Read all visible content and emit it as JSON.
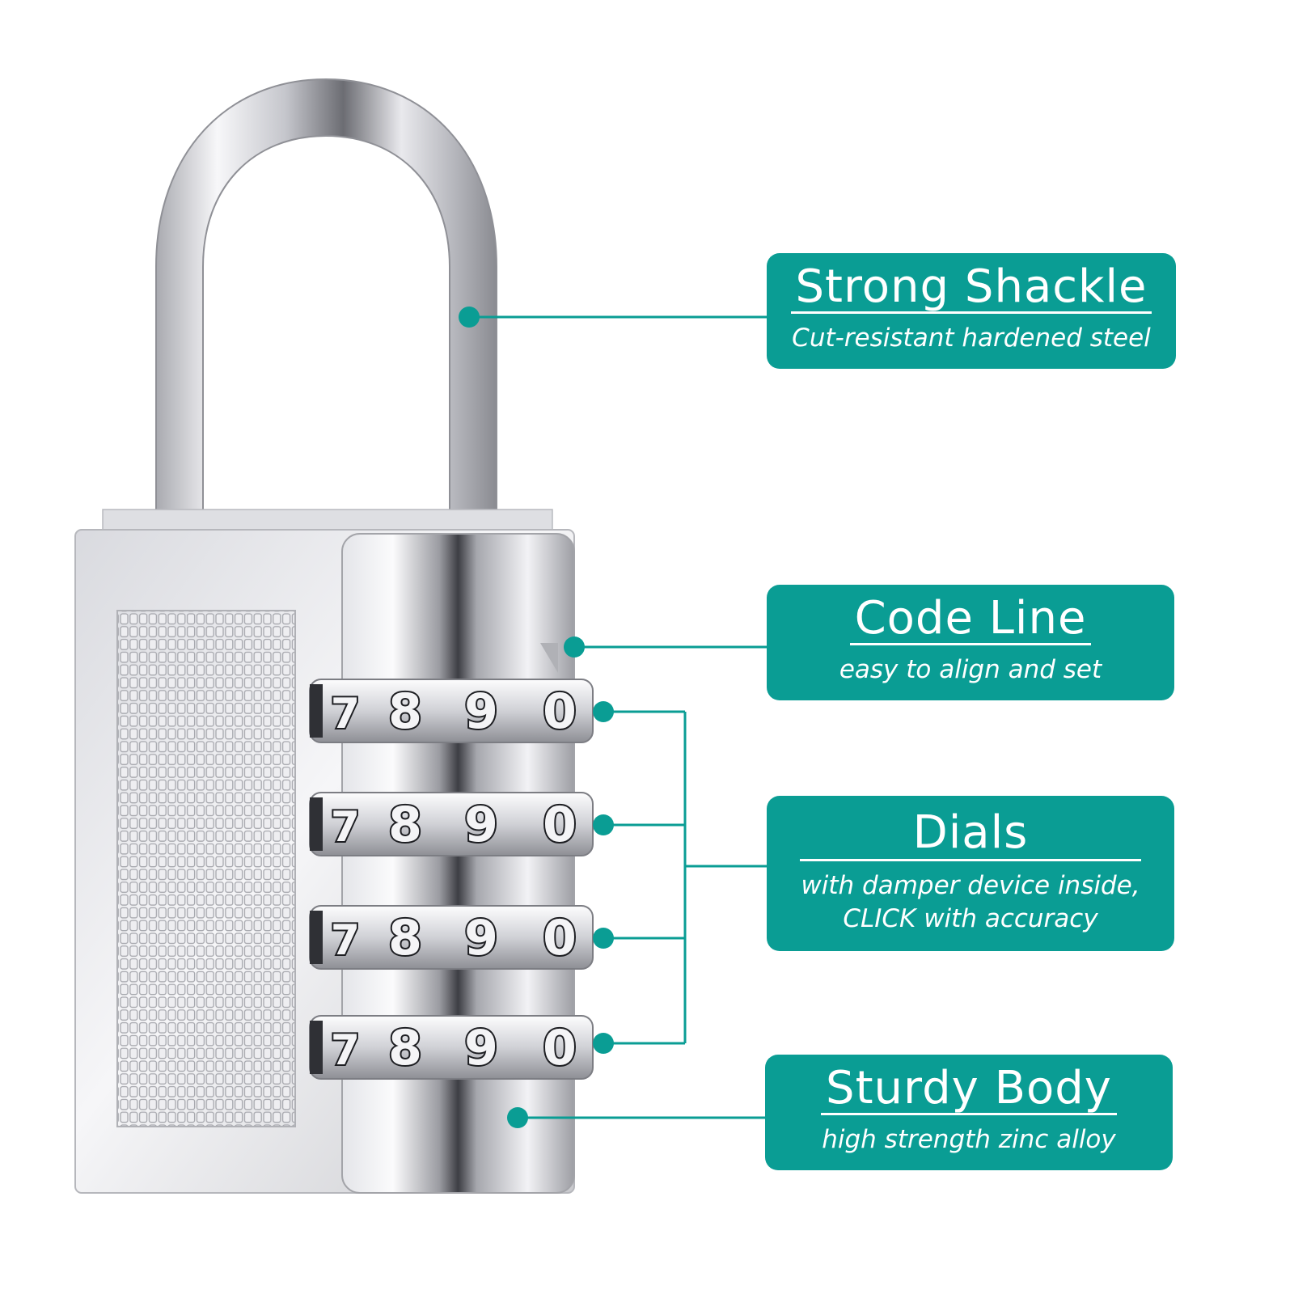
{
  "colors": {
    "accent": "#0a9d94",
    "callout_text": "#ffffff",
    "metal_light": "#f4f4f6",
    "metal_dark": "#5c5c62"
  },
  "callouts": {
    "shackle": {
      "title": "Strong Shackle",
      "subtitle": "Cut-resistant hardened steel"
    },
    "codeline": {
      "title": "Code Line",
      "subtitle": "easy to align and set"
    },
    "dials": {
      "title": "Dials",
      "subtitle_line1": "with damper device inside,",
      "subtitle_line2": "CLICK with accuracy"
    },
    "body": {
      "title": "Sturdy Body",
      "subtitle": "high strength zinc alloy"
    }
  },
  "dials": {
    "digits": [
      "7",
      "8",
      "9",
      "0"
    ],
    "rows": 4
  },
  "icons": [
    "padlock-illustration",
    "pointer-dot-icon"
  ]
}
